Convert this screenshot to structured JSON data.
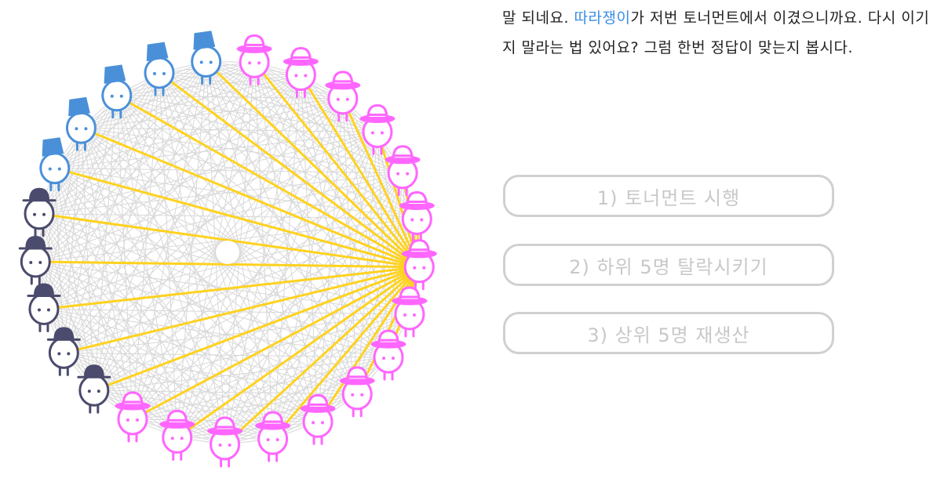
{
  "dialog": {
    "pre": "말 되네요. ",
    "highlight": "따라쟁이",
    "post": "가 저번 토너먼트에서 이겼으니까요. 다시 이기지 말라는 법 있어요? 그럼 한번 정답이 맞는지 봅시다."
  },
  "options": [
    "1) 토너먼트 시행",
    "2) 하위 5명 탈락시키기",
    "3) 상위 5명 재생산"
  ],
  "colors": {
    "highlight": "#3a8ee6",
    "copycat": "#ff66ff",
    "cooperator": "#4a90d9",
    "cheater": "#4b4b6e",
    "match_line": "#ffd21f",
    "other_line": "#d8d8d8"
  },
  "players": [
    "copycat",
    "copycat",
    "copycat",
    "copycat",
    "copycat",
    "copycat",
    "copycat",
    "copycat",
    "copycat",
    "copycat",
    "copycat",
    "copycat",
    "copycat",
    "copycat",
    "copycat",
    "cheater",
    "cheater",
    "cheater",
    "cheater",
    "cheater",
    "cooperator",
    "cooperator",
    "cooperator",
    "cooperator",
    "cooperator"
  ]
}
